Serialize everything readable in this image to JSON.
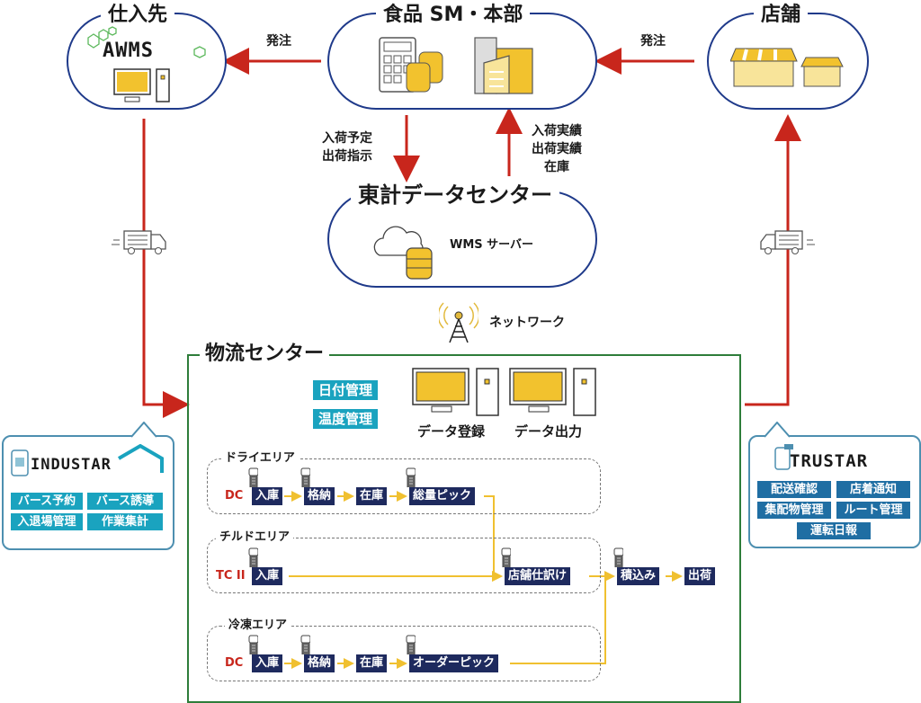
{
  "nodes": {
    "supplier": {
      "title": "仕入先",
      "logo": "AWMS"
    },
    "hq": {
      "title": "食品 SM・本部"
    },
    "store": {
      "title": "店舗"
    },
    "datacenter": {
      "title": "東計データセンター",
      "server_label": "WMS サーバー"
    },
    "network": {
      "label": "ネットワーク"
    },
    "logistics": {
      "title": "物流センター",
      "tags": [
        "日付管理",
        "温度管理"
      ],
      "terminals": [
        "データ登録",
        "データ出力"
      ]
    }
  },
  "arrows": {
    "hq_to_supplier": "発注",
    "store_to_hq": "発注",
    "hq_to_dc": [
      "入荷予定",
      "出荷指示"
    ],
    "dc_to_hq": [
      "入荷実績",
      "出荷実績",
      "在庫"
    ]
  },
  "areas": {
    "dry": {
      "title": "ドライエリア",
      "type": "DC",
      "steps": [
        "入庫",
        "格納",
        "在庫",
        "総量ピック"
      ]
    },
    "chilled": {
      "title": "チルドエリア",
      "type": "TC II",
      "steps": [
        "入庫",
        "店舗仕訳け"
      ]
    },
    "frozen": {
      "title": "冷凍エリア",
      "type": "DC",
      "steps": [
        "入庫",
        "格納",
        "在庫",
        "オーダーピック"
      ]
    },
    "outbound": {
      "steps": [
        "積込み",
        "出荷"
      ]
    }
  },
  "industar": {
    "logo": "INDUSTAR",
    "features": [
      "バース予約",
      "バース誘導",
      "入退場管理",
      "作業集計"
    ]
  },
  "trustar": {
    "logo": "TRUSTAR",
    "features": [
      "配送確認",
      "店着通知",
      "集配物管理",
      "ルート管理",
      "運転日報"
    ]
  },
  "colors": {
    "bubble_border": "#1f3a8a",
    "arrow_red": "#c8261c",
    "flow_yellow": "#f0c030",
    "green_border": "#2e7d3a",
    "teal": "#1aa3bf",
    "navy_step": "#1e2a5e",
    "trustar_blue": "#1f6ea3"
  }
}
